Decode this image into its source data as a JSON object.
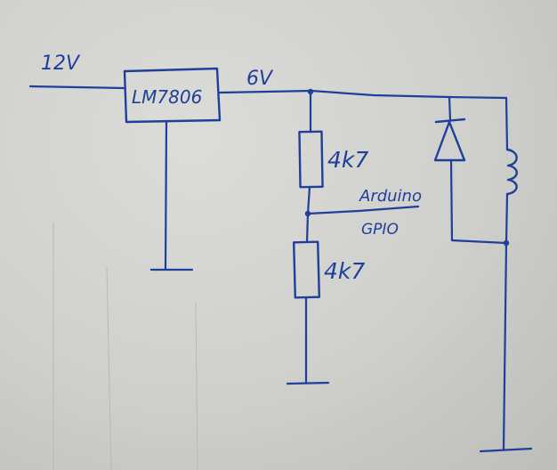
{
  "labels": {
    "input_voltage": "12V",
    "regulator": "LM7806",
    "output_voltage": "6V",
    "resistor_top": "4k7",
    "resistor_bottom": "4k7",
    "arduino": "Arduino",
    "gpio": "GPIO"
  },
  "colors": {
    "ink": "#1f3f9a",
    "paper": "#d2d2cf"
  }
}
